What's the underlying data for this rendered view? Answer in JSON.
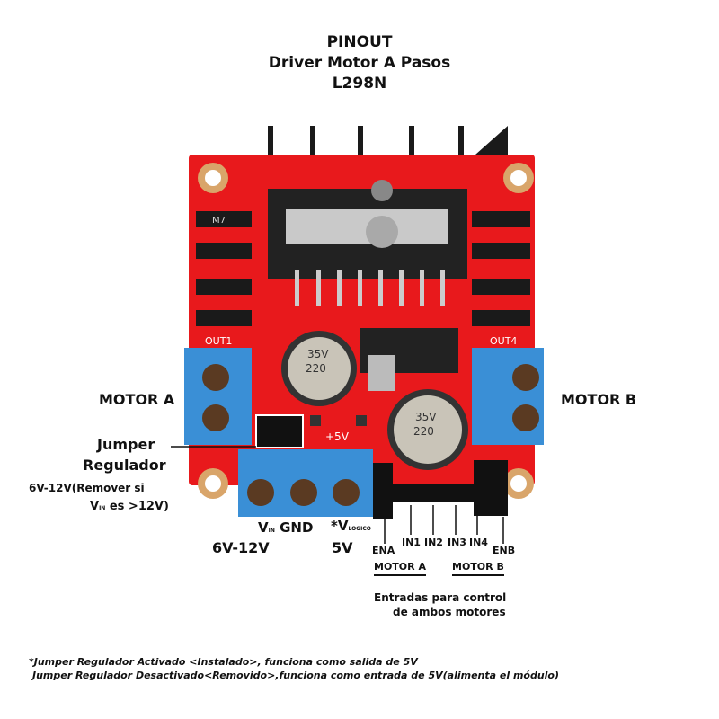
{
  "title": {
    "line1": "PINOUT",
    "line2": "Driver Motor A Pasos",
    "line3": "L298N"
  },
  "labels": {
    "motor_a": "MOTOR A",
    "motor_b": "MOTOR B",
    "jumper_line1": "Jumper",
    "jumper_line2": "Regulador",
    "jumper_note1": "6V-12V(Remover si",
    "jumper_note2_v": "V",
    "jumper_note2_sub": "IN",
    "jumper_note2_rest": " es >12V)",
    "vin": "V",
    "vin_sub": "IN",
    "gnd": "GND",
    "vlogic": "*V",
    "vlogic_sub": "LOGICO",
    "vin_range": "6V-12V",
    "vlogic_value": "5V",
    "ena": "ENA",
    "in1": "IN1",
    "in2": "IN2",
    "in3": "IN3",
    "in4": "IN4",
    "enb": "ENB",
    "group_motor_a": "MOTOR A",
    "group_motor_b": "MOTOR B",
    "inputs_line1": "Entradas para control",
    "inputs_line2": "de ambos motores"
  },
  "board_silkscreen": {
    "out1": "OUT1",
    "out4": "OUT4",
    "plus5v": "+5V",
    "diode": "M7",
    "cap": "220",
    "cap_v": "35V"
  },
  "footnotes": [
    "*Jumper Regulador Activado <Instalado>, funciona como salida de 5V",
    "Jumper Regulador Desactivado<Removido>,funciona como entrada de 5V(alimenta el módulo)"
  ],
  "colors": {
    "board": "#e8191c",
    "terminal": "#3a8fd6",
    "heatsink": "#1a1a1a"
  }
}
